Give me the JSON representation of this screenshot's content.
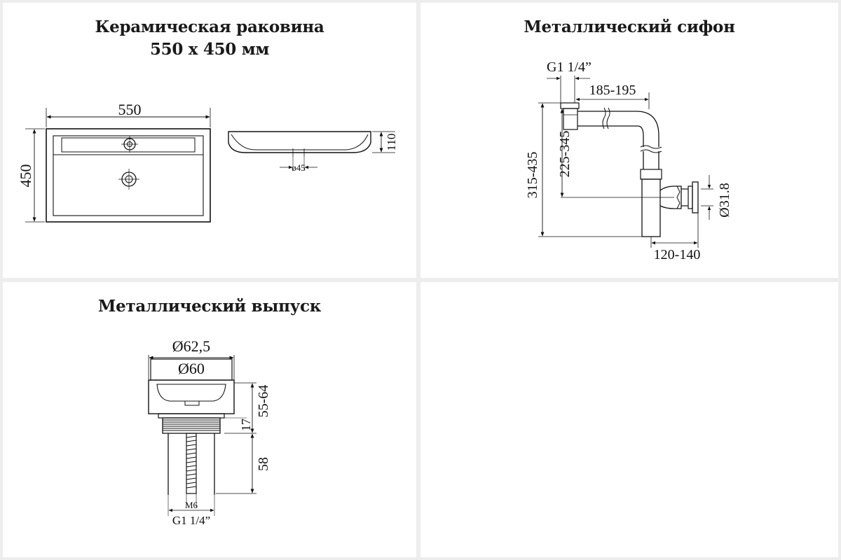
{
  "sink": {
    "title_line1": "Керамическая раковина",
    "title_line2": "550 x 450 мм",
    "dim_width": "550",
    "dim_depth": "450",
    "dim_height": "110",
    "dim_hole": "ø45"
  },
  "siphon": {
    "title": "Металлический сифон",
    "dim_thread": "G1 1/4”",
    "dim_offset": "185-195",
    "dim_height_outer": "315-435",
    "dim_height_inner": "225-345",
    "dim_pipe_diameter": "Ø31.8",
    "dim_wall_distance": "120-140"
  },
  "drain": {
    "title": "Металлический выпуск",
    "dim_outer_diameter": "Ø62,5",
    "dim_inner_diameter": "Ø60",
    "dim_total_length": "55-64",
    "dim_thread_length": "17",
    "dim_pipe_length": "58",
    "dim_bolt": "M6",
    "dim_thread": "G1 1/4”"
  }
}
